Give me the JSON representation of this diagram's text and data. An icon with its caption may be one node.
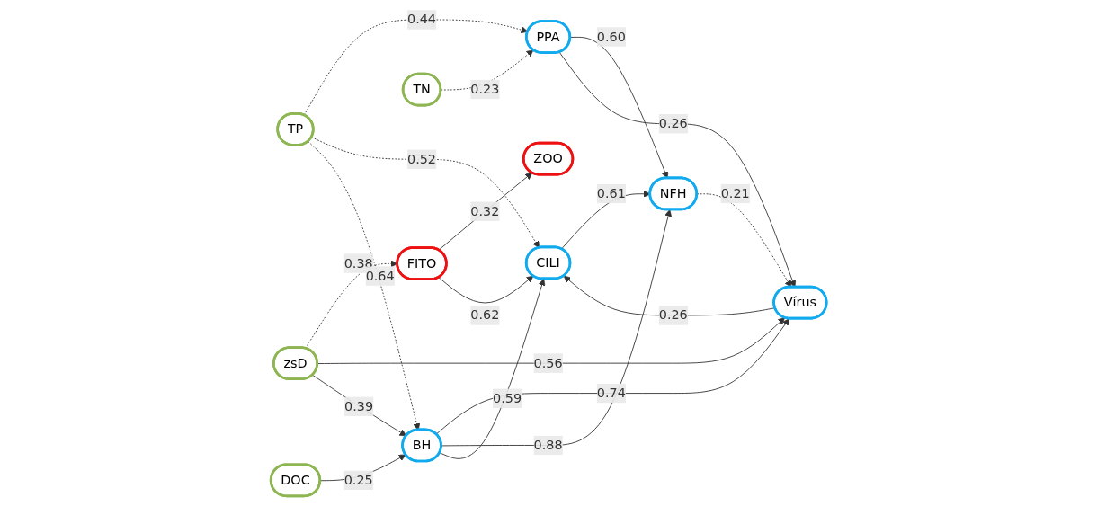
{
  "diagram": {
    "nodes": [
      {
        "text": [
          "FITO"
        ]
      },
      {
        "text": [
          "PPA"
        ]
      },
      {
        "text": [
          "ZOO"
        ]
      },
      {
        "text": [
          "zsD"
        ]
      },
      {
        "text": [
          "CILI"
        ]
      },
      {
        "text": [
          "NFH"
        ]
      },
      {
        "text": [
          "TP"
        ]
      },
      {
        "text": [
          "Vírus"
        ]
      },
      {
        "text": [
          "TN"
        ]
      },
      {
        "text": [
          "BH"
        ]
      },
      {
        "text": [
          "DOC"
        ]
      }
    ],
    "edges": [
      {
        "from": 0,
        "to": 2,
        "arrow": "to",
        "label": "0.32"
      },
      {
        "from": 0,
        "to": 4,
        "arrow": "to",
        "label": "0.62"
      },
      {
        "from": 3,
        "to": 0,
        "arrow": "to",
        "label": "0.38",
        "style": "dashed"
      },
      {
        "from": 6,
        "to": 1,
        "arrow": "to",
        "label": "0.44",
        "style": "dashed"
      },
      {
        "from": 8,
        "to": 1,
        "arrow": "to",
        "label": "0.23",
        "style": "dashed"
      },
      {
        "from": 1,
        "to": 5,
        "arrow": "to",
        "label": "0.60"
      },
      {
        "from": 1,
        "to": 7,
        "arrow": "to",
        "label": "0.26"
      },
      {
        "from": 4,
        "to": 5,
        "arrow": "to",
        "label": "0.61"
      },
      {
        "from": 6,
        "to": 4,
        "arrow": "to",
        "label": "0.52",
        "style": "dashed"
      },
      {
        "from": 5,
        "to": 7,
        "arrow": "to",
        "label": "0.21",
        "style": "dashed"
      },
      {
        "from": 7,
        "to": 4,
        "arrow": "to",
        "label": "0.26"
      },
      {
        "from": 3,
        "to": 7,
        "arrow": "to",
        "label": "0.56"
      },
      {
        "from": 3,
        "to": 9,
        "arrow": "to",
        "label": "0.39"
      },
      {
        "from": 9,
        "to": 7,
        "arrow": "to",
        "label": "0.74"
      },
      {
        "from": 9,
        "to": 5,
        "arrow": "to",
        "label": "0.88"
      },
      {
        "from": 9,
        "to": 4,
        "arrow": "to",
        "label": "0.59"
      },
      {
        "from": 10,
        "to": 9,
        "arrow": "to",
        "label": "0.25"
      },
      {
        "from": 6,
        "to": 9,
        "arrow": "to",
        "label": "0.64",
        "style": "dashed"
      }
    ]
  }
}
